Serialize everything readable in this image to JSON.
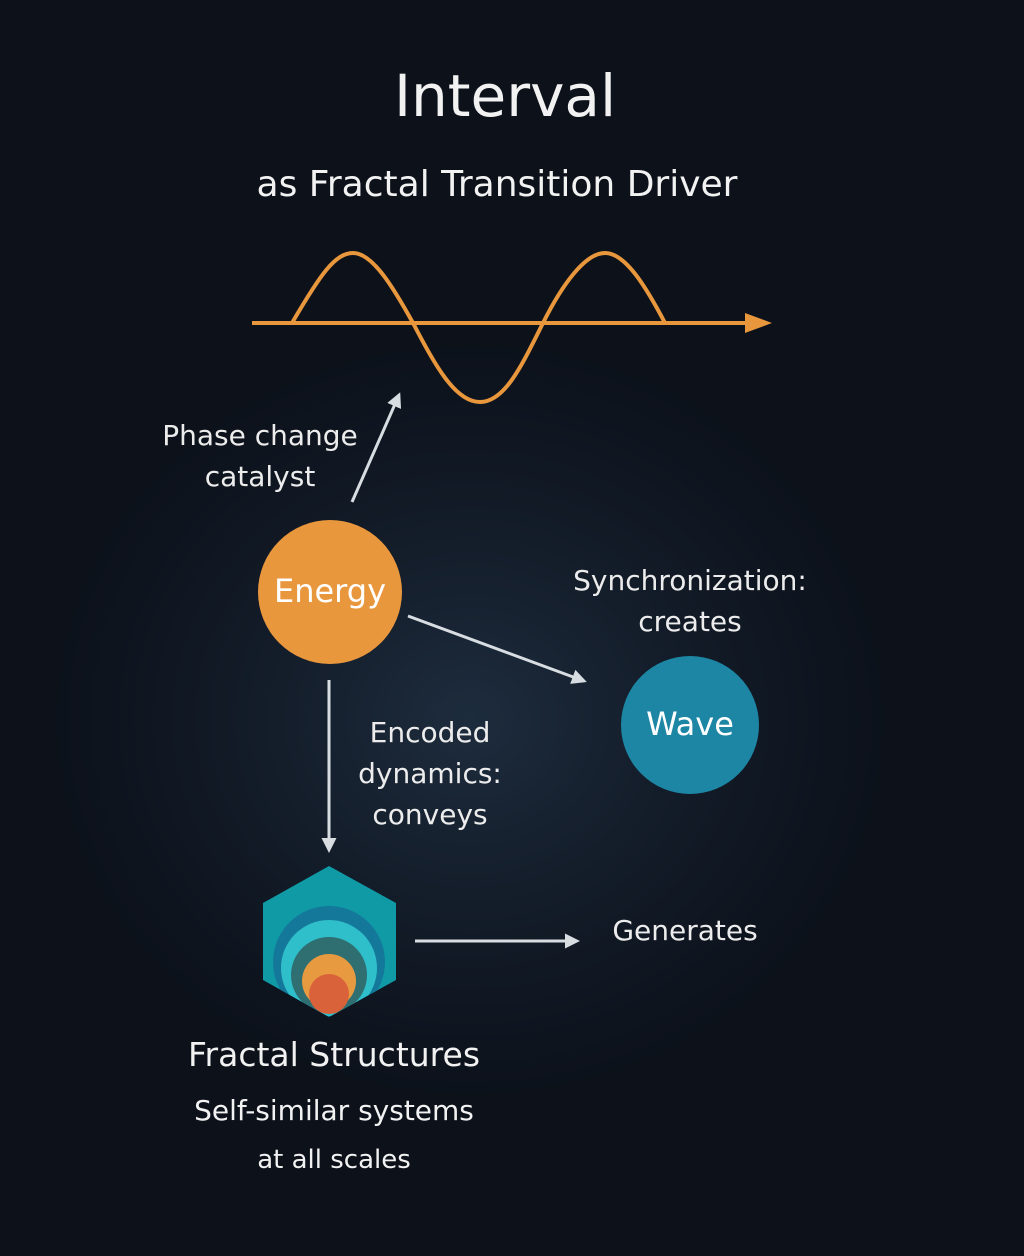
{
  "title": "Interval",
  "subtitle": "as Fractal Transition Driver",
  "nodes": {
    "energy": {
      "label": "Energy",
      "color": "#e8973d"
    },
    "wave": {
      "label": "Wave",
      "color": "#1c86a4"
    },
    "fractal": {
      "title": "Fractal Structures",
      "desc_line1": "Self-similar systems",
      "desc_line2": "at all scales"
    }
  },
  "edges": {
    "phase": {
      "line1": "Phase change",
      "line2": "catalyst"
    },
    "sync": {
      "line1": "Synchronization:",
      "line2": "creates"
    },
    "encoded": {
      "line1": "Encoded",
      "line2": "dynamics:",
      "line3": "conveys"
    },
    "generates": {
      "label": "Generates"
    }
  },
  "colors": {
    "wave_line": "#e8973d",
    "arrow": "#d8dde2",
    "text": "#f2f2f2"
  }
}
